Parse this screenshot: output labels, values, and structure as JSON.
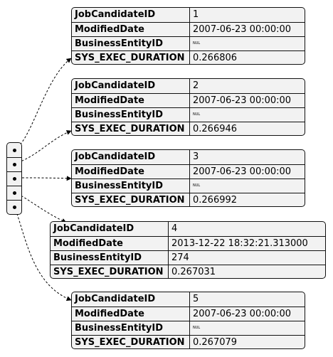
{
  "records": [
    {
      "fields": [
        {
          "key": "JobCandidateID",
          "value": "1"
        },
        {
          "key": "ModifiedDate",
          "value": "2007-06-23 00:00:00"
        },
        {
          "key": "BusinessEntityID",
          "value": "NUL",
          "is_null": true
        },
        {
          "key": "SYS_EXEC_DURATION",
          "value": "0.266806"
        }
      ]
    },
    {
      "fields": [
        {
          "key": "JobCandidateID",
          "value": "2"
        },
        {
          "key": "ModifiedDate",
          "value": "2007-06-23 00:00:00"
        },
        {
          "key": "BusinessEntityID",
          "value": "NUL",
          "is_null": true
        },
        {
          "key": "SYS_EXEC_DURATION",
          "value": "0.266946"
        }
      ]
    },
    {
      "fields": [
        {
          "key": "JobCandidateID",
          "value": "3"
        },
        {
          "key": "ModifiedDate",
          "value": "2007-06-23 00:00:00"
        },
        {
          "key": "BusinessEntityID",
          "value": "NUL",
          "is_null": true
        },
        {
          "key": "SYS_EXEC_DURATION",
          "value": "0.266992"
        }
      ]
    },
    {
      "fields": [
        {
          "key": "JobCandidateID",
          "value": "4"
        },
        {
          "key": "ModifiedDate",
          "value": "2013-12-22 18:32:21.313000"
        },
        {
          "key": "BusinessEntityID",
          "value": "274"
        },
        {
          "key": "SYS_EXEC_DURATION",
          "value": "0.267031"
        }
      ]
    },
    {
      "fields": [
        {
          "key": "JobCandidateID",
          "value": "5"
        },
        {
          "key": "ModifiedDate",
          "value": "2007-06-23 00:00:00"
        },
        {
          "key": "BusinessEntityID",
          "value": "NUL",
          "is_null": true
        },
        {
          "key": "SYS_EXEC_DURATION",
          "value": "0.267079"
        }
      ]
    }
  ],
  "colors": {
    "box_fill": "#f2f2f2",
    "border": "#111111",
    "link": "#000000"
  }
}
